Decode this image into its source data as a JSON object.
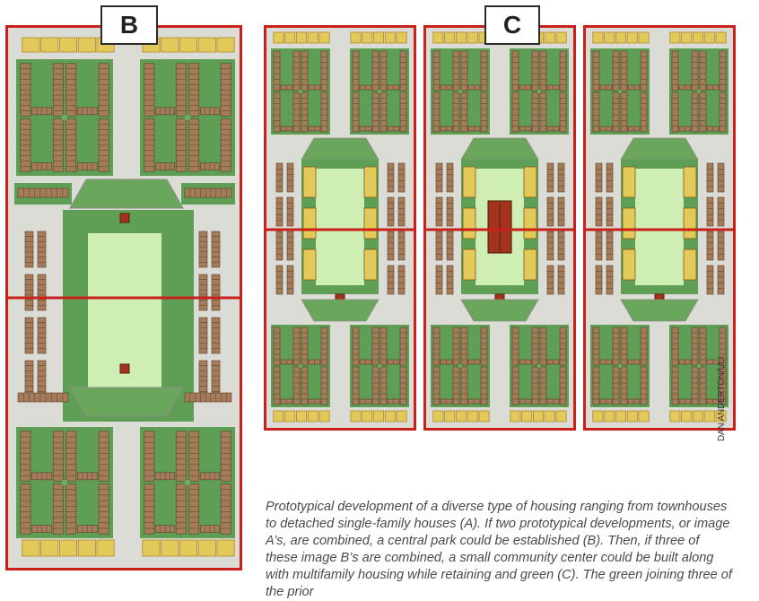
{
  "labels": {
    "b": "B",
    "c": "C"
  },
  "caption": "Prototypical development of a diverse type of housing ranging from townhouses to detached single-family houses (A). If two prototypical developments, or image A’s, are combined, a central park could be established (B). Then, if three of these image B’s are combined, a small community center could be built along with multifamily housing while retaining and green (C). The green joining three of the prior",
  "credit": "DAN ANDERTON/ULI",
  "colors": {
    "frame_red": "#c8201a",
    "grass": "#5f9e55",
    "park": "#cfeeb3",
    "road": "#dcdcd6",
    "townhouse": "#a47c5a",
    "yellow_house": "#e3c95a",
    "community_center": "#a3331c"
  }
}
